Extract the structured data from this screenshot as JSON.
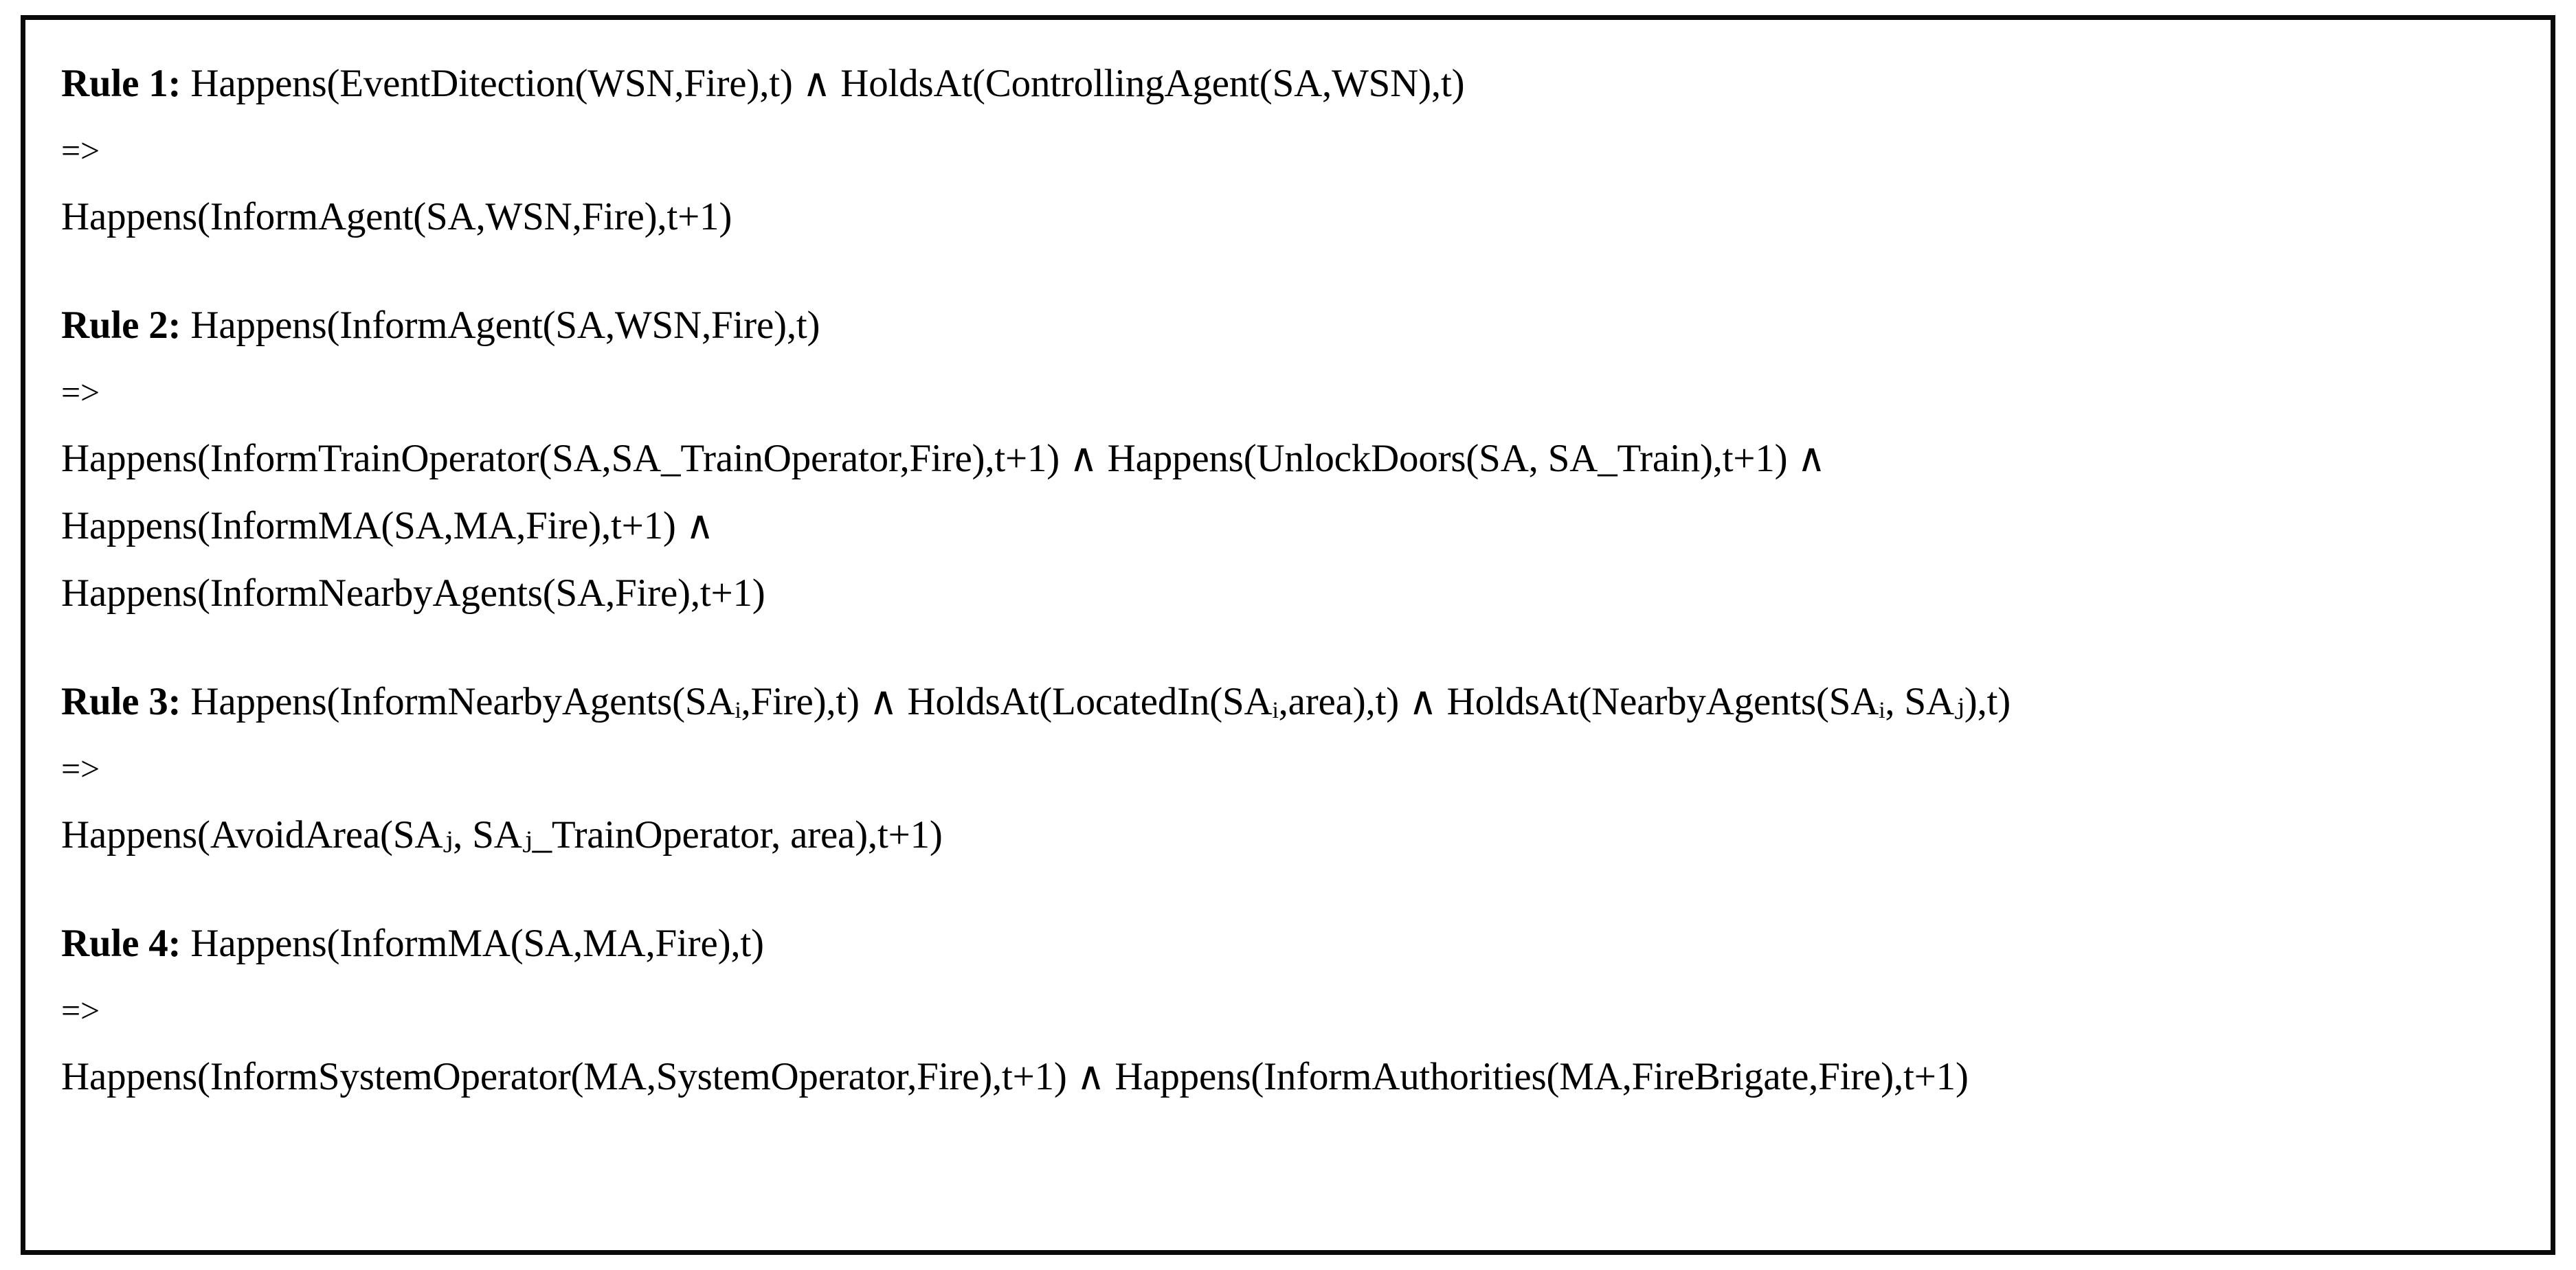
{
  "document": {
    "type": "logic-rule-listing",
    "border_color": "#0a0a0a",
    "background_color": "#ffffff",
    "text_color": "#000000",
    "operators": {
      "implication": "=>",
      "conjunction": "∧"
    },
    "rules": [
      {
        "id": "rule-1",
        "label": "Rule 1:",
        "antecedent_lines": [
          "Happens(EventDitection(WSN,Fire),t) ∧ HoldsAt(ControllingAgent(SA,WSN),t)"
        ],
        "arrow": "=>",
        "consequent_lines": [
          "Happens(InformAgent(SA,WSN,Fire),t+1)"
        ]
      },
      {
        "id": "rule-2",
        "label": "Rule 2:",
        "antecedent_lines": [
          "Happens(InformAgent(SA,WSN,Fire),t)"
        ],
        "arrow": "=>",
        "consequent_lines": [
          "Happens(InformTrainOperator(SA,SA_TrainOperator,Fire),t+1) ∧ Happens(UnlockDoors(SA, SA_Train),t+1) ∧",
          "Happens(InformMA(SA,MA,Fire),t+1) ∧",
          "Happens(InformNearbyAgents(SA,Fire),t+1)"
        ]
      },
      {
        "id": "rule-3",
        "label": "Rule 3:",
        "antecedent_lines": [
          "Happens(InformNearbyAgents(SAᵢ,Fire),t) ∧ HoldsAt(LocatedIn(SAᵢ,area),t) ∧ HoldsAt(NearbyAgents(SAᵢ, SAⱼ),t)"
        ],
        "arrow": "=>",
        "consequent_lines": [
          "Happens(AvoidArea(SAⱼ, SAⱼ_TrainOperator, area),t+1)"
        ]
      },
      {
        "id": "rule-4",
        "label": "Rule 4:",
        "antecedent_lines": [
          "Happens(InformMA(SA,MA,Fire),t)"
        ],
        "arrow": "=>",
        "consequent_lines": [
          "Happens(InformSystemOperator(MA,SystemOperator,Fire),t+1) ∧ Happens(InformAuthorities(MA,FireBrigate,Fire),t+1)"
        ]
      }
    ]
  }
}
